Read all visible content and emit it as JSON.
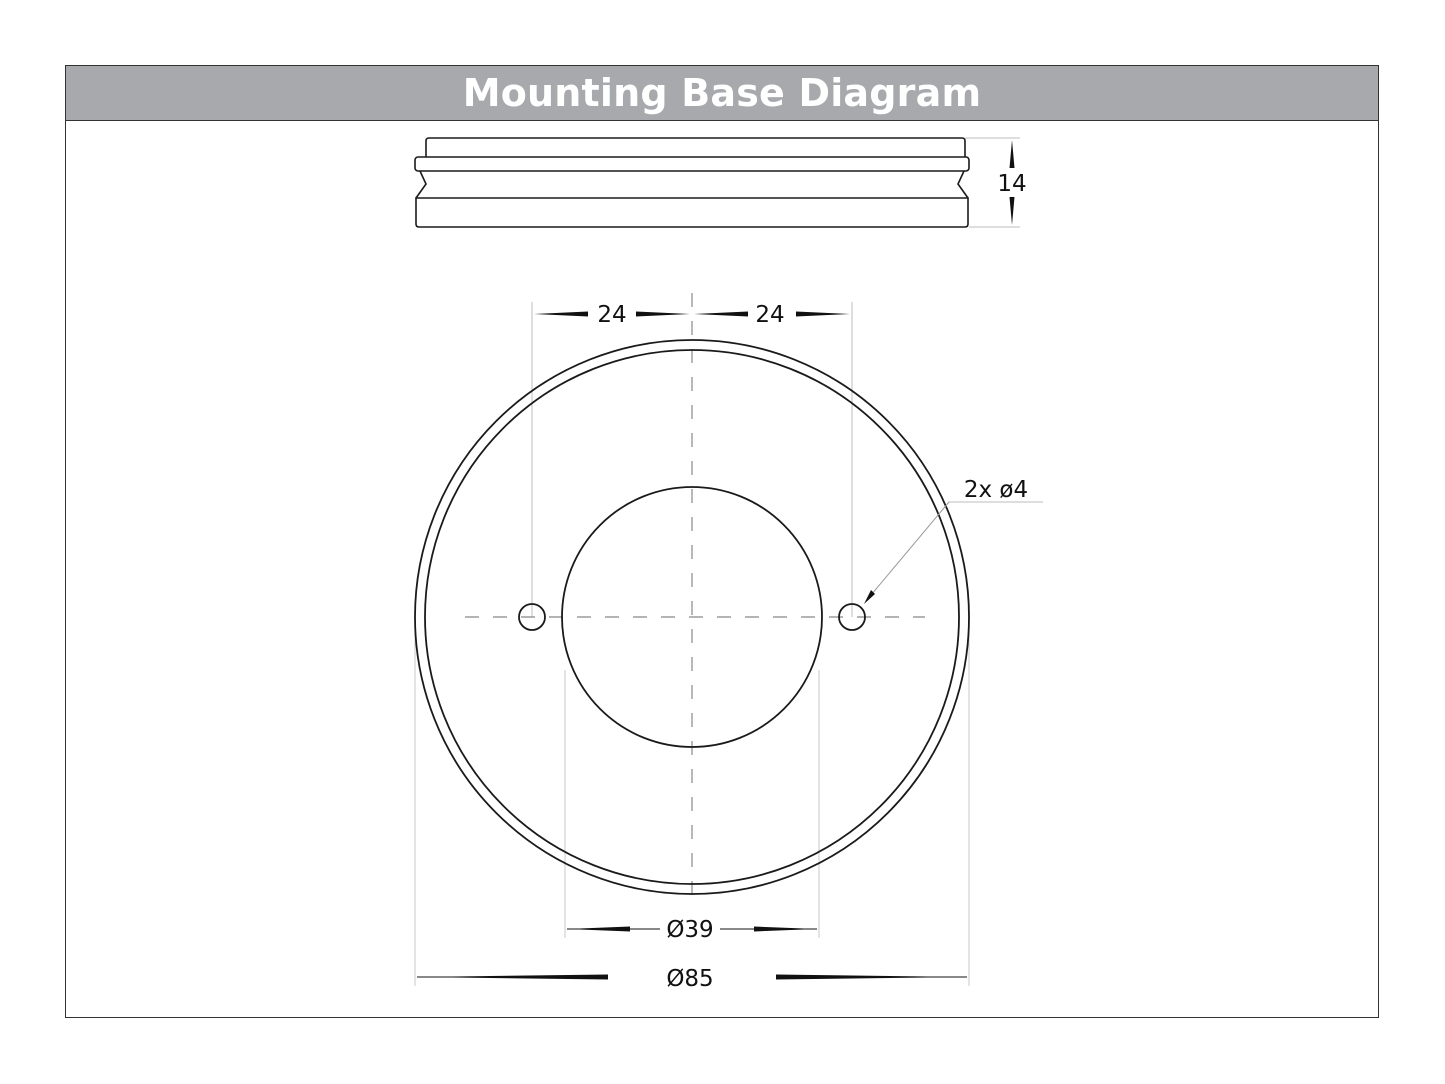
{
  "header": {
    "title": "Mounting Base Diagram"
  },
  "colors": {
    "header_bg": "#a7a9ac",
    "header_text": "#ffffff",
    "line": "#1a1a1a",
    "dim_line": "#bdbdbd",
    "center_line": "#888888"
  },
  "side_view": {
    "height_dim": "14"
  },
  "top_view": {
    "hole_spacing_left": "24",
    "hole_spacing_right": "24",
    "hole_callout": "2x ø4",
    "inner_diameter": "Ø39",
    "outer_diameter": "Ø85"
  }
}
